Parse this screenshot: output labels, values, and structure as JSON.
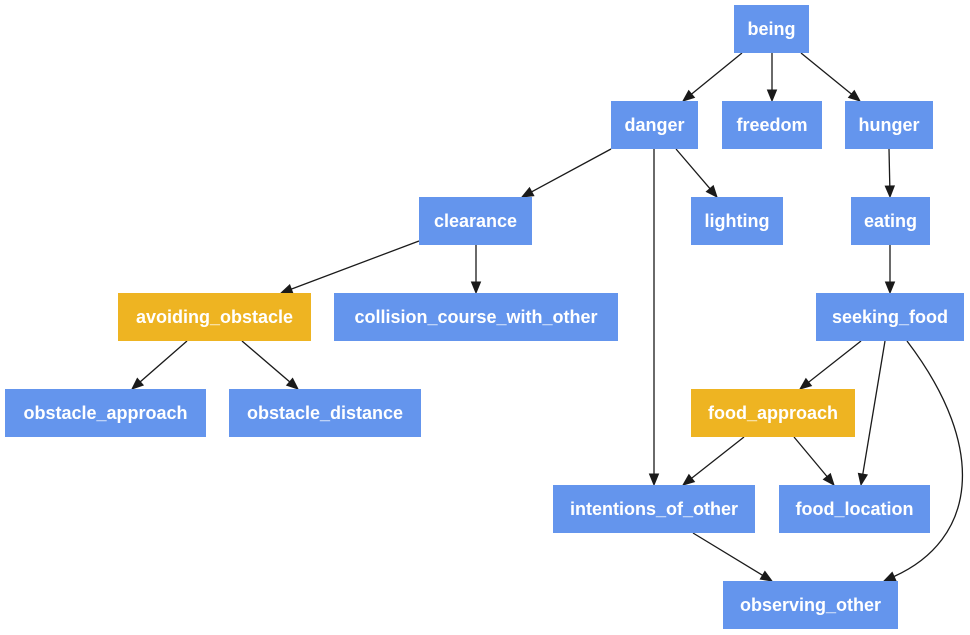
{
  "colors": {
    "regular_node": "#6495ed",
    "highlight_node": "#eeb422",
    "node_text": "#ffffff",
    "edge": "#1a1a1a",
    "background": "#ffffff"
  },
  "nodes": {
    "being": {
      "label": "being",
      "kind": "regular"
    },
    "danger": {
      "label": "danger",
      "kind": "regular"
    },
    "freedom": {
      "label": "freedom",
      "kind": "regular"
    },
    "hunger": {
      "label": "hunger",
      "kind": "regular"
    },
    "clearance": {
      "label": "clearance",
      "kind": "regular"
    },
    "lighting": {
      "label": "lighting",
      "kind": "regular"
    },
    "eating": {
      "label": "eating",
      "kind": "regular"
    },
    "avoiding_obstacle": {
      "label": "avoiding_obstacle",
      "kind": "highlight"
    },
    "collision_course_with_other": {
      "label": "collision_course_with_other",
      "kind": "regular"
    },
    "seeking_food": {
      "label": "seeking_food",
      "kind": "regular"
    },
    "obstacle_approach": {
      "label": "obstacle_approach",
      "kind": "regular"
    },
    "obstacle_distance": {
      "label": "obstacle_distance",
      "kind": "regular"
    },
    "food_approach": {
      "label": "food_approach",
      "kind": "highlight"
    },
    "intentions_of_other": {
      "label": "intentions_of_other",
      "kind": "regular"
    },
    "food_location": {
      "label": "food_location",
      "kind": "regular"
    },
    "observing_other": {
      "label": "observing_other",
      "kind": "regular"
    }
  },
  "edges": [
    {
      "from": "being",
      "to": "danger"
    },
    {
      "from": "being",
      "to": "freedom"
    },
    {
      "from": "being",
      "to": "hunger"
    },
    {
      "from": "danger",
      "to": "clearance"
    },
    {
      "from": "danger",
      "to": "lighting"
    },
    {
      "from": "danger",
      "to": "intentions_of_other"
    },
    {
      "from": "hunger",
      "to": "eating"
    },
    {
      "from": "eating",
      "to": "seeking_food"
    },
    {
      "from": "clearance",
      "to": "avoiding_obstacle"
    },
    {
      "from": "clearance",
      "to": "collision_course_with_other"
    },
    {
      "from": "avoiding_obstacle",
      "to": "obstacle_approach"
    },
    {
      "from": "avoiding_obstacle",
      "to": "obstacle_distance"
    },
    {
      "from": "seeking_food",
      "to": "food_approach"
    },
    {
      "from": "seeking_food",
      "to": "food_location"
    },
    {
      "from": "seeking_food",
      "to": "observing_other"
    },
    {
      "from": "food_approach",
      "to": "intentions_of_other"
    },
    {
      "from": "food_approach",
      "to": "food_location"
    },
    {
      "from": "intentions_of_other",
      "to": "observing_other"
    }
  ]
}
